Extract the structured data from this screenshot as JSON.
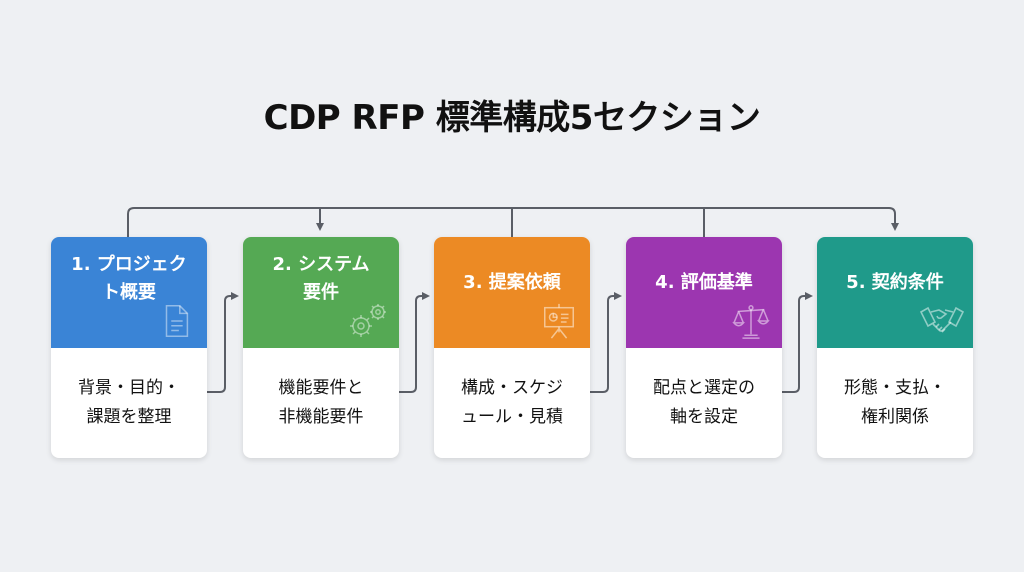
{
  "title": "CDP RFP 標準構成5セクション",
  "colors": {
    "background": "#eef0f3",
    "connector": "#5a5e66",
    "section1": "#3a84d6",
    "section2": "#55a954",
    "section3": "#ec8a24",
    "section4": "#9c36b0",
    "section5": "#1f9a8a"
  },
  "sections": [
    {
      "number": "1.",
      "title": "プロジェクト概要",
      "title_lines": [
        "1. プロジェク",
        "ト概要"
      ],
      "description_lines": [
        "背景・目的・",
        "課題を整理"
      ],
      "icon": "document-icon"
    },
    {
      "number": "2.",
      "title": "システム要件",
      "title_lines": [
        "2. システム",
        "要件"
      ],
      "description_lines": [
        "機能要件と",
        "非機能要件"
      ],
      "icon": "gears-icon"
    },
    {
      "number": "3.",
      "title": "提案依頼",
      "title_lines": [
        "3. 提案依頼"
      ],
      "description_lines": [
        "構成・スケジ",
        "ュール・見積"
      ],
      "icon": "presentation-icon"
    },
    {
      "number": "4.",
      "title": "評価基準",
      "title_lines": [
        "4. 評価基準"
      ],
      "description_lines": [
        "配点と選定の",
        "軸を設定"
      ],
      "icon": "scales-icon"
    },
    {
      "number": "5.",
      "title": "契約条件",
      "title_lines": [
        "5. 契約条件"
      ],
      "description_lines": [
        "形態・支払・",
        "権利関係"
      ],
      "icon": "handshake-icon"
    }
  ]
}
